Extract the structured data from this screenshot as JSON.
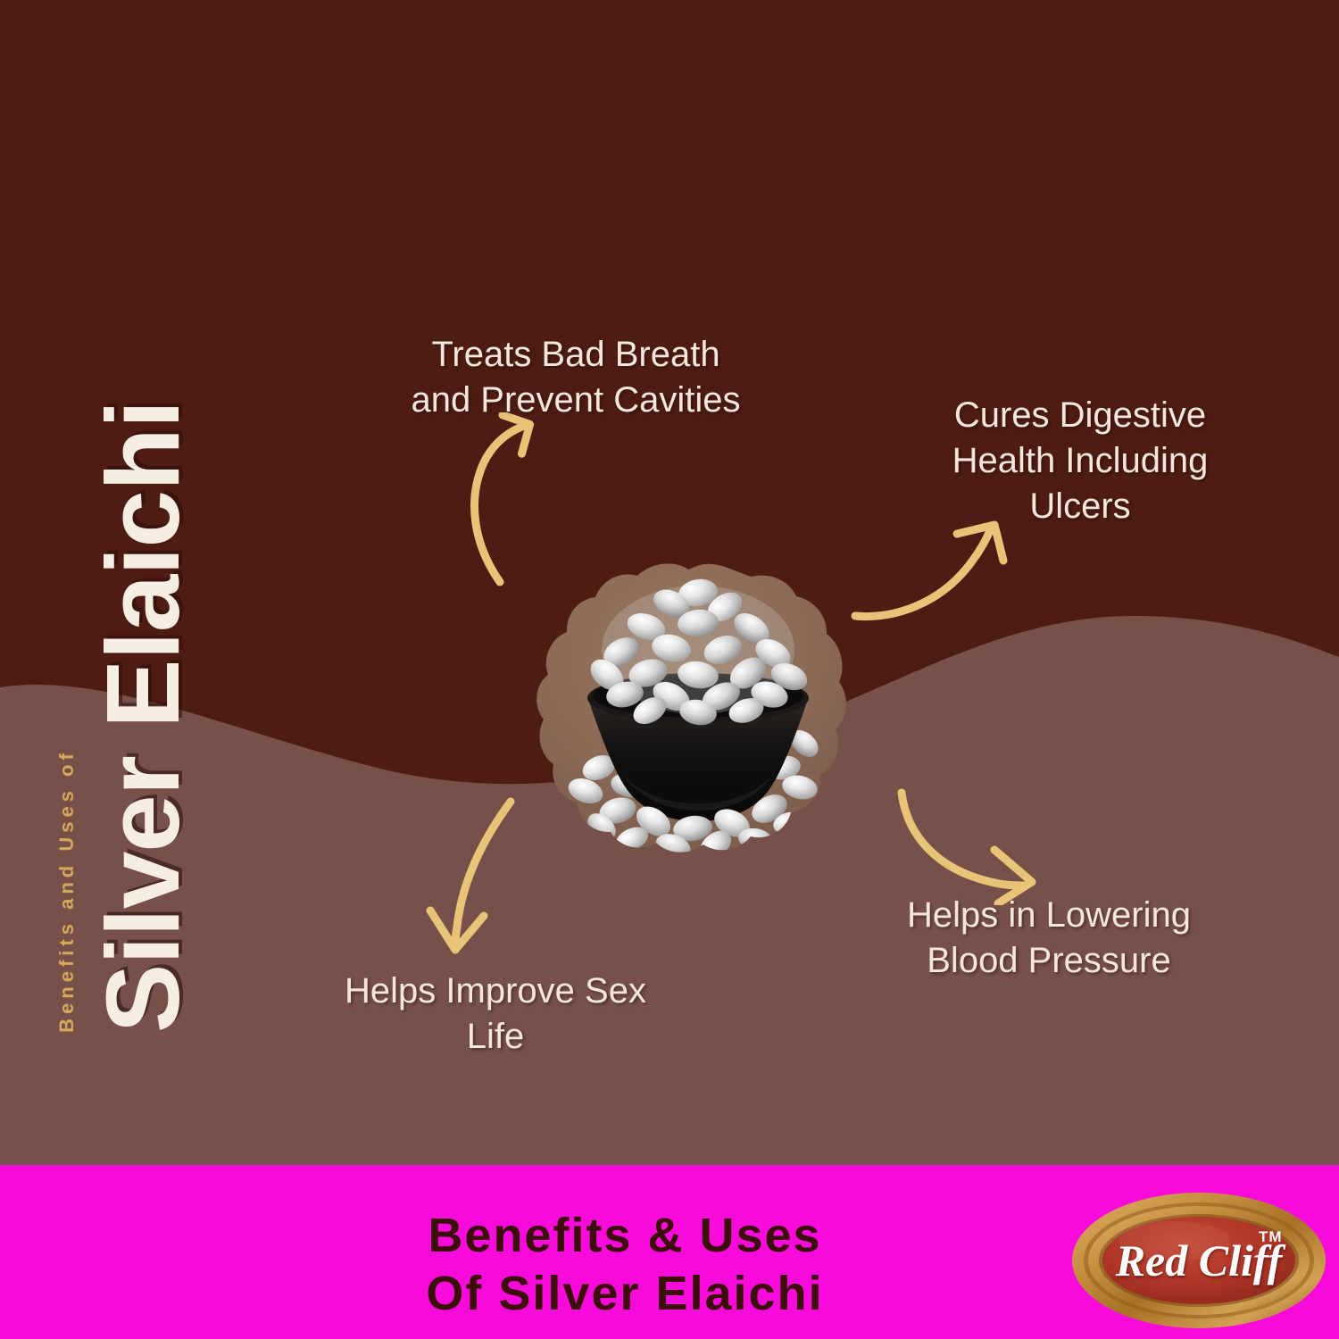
{
  "poster": {
    "vertical_heading": "Silver Elaichi",
    "vertical_subheading": "Benefits and Uses of"
  },
  "callouts": [
    {
      "id": "breath",
      "text": "Treats Bad Breath\nand Prevent Cavities"
    },
    {
      "id": "digest",
      "text": "Cures Digestive\nHealth Including\nUlcers"
    },
    {
      "id": "blood_pressure",
      "text": "Helps in Lowering\nBlood Pressure"
    },
    {
      "id": "sex_life",
      "text": "Helps Improve Sex\nLife"
    }
  ],
  "callout_map": {
    "breath": "Treats Bad Breath\nand Prevent Cavities",
    "digest": "Cures Digestive\nHealth Including\nUlcers",
    "blood_pressure": "Helps in Lowering\nBlood Pressure",
    "sex_life": "Helps Improve Sex\nLife"
  },
  "product_image": {
    "description": "Black bowl filled with silver-coated elaichi (cardamom) candies with more scattered around, inside a scalloped flower-shaped tan frame"
  },
  "banner": {
    "title": "Benefits & Uses\nOf Silver Elaichi",
    "logo_brand": "Red Cliff",
    "logo_trademark": "TM"
  },
  "colors": {
    "background_dark_brown": "#4E1C13",
    "background_light_brown": "#775149",
    "banner_pink": "#F70BDB",
    "banner_text": "#3A0D06",
    "heading_cream": "#F6EEE3",
    "subheading_gold": "#D7A85B",
    "callout_text": "#F6E7DC",
    "arrow_gold": "#E8C378",
    "scallop_frame_tan": "#8A6A55",
    "logo_ring_gold": "#C98F43",
    "logo_center_red": "#B4372A"
  }
}
